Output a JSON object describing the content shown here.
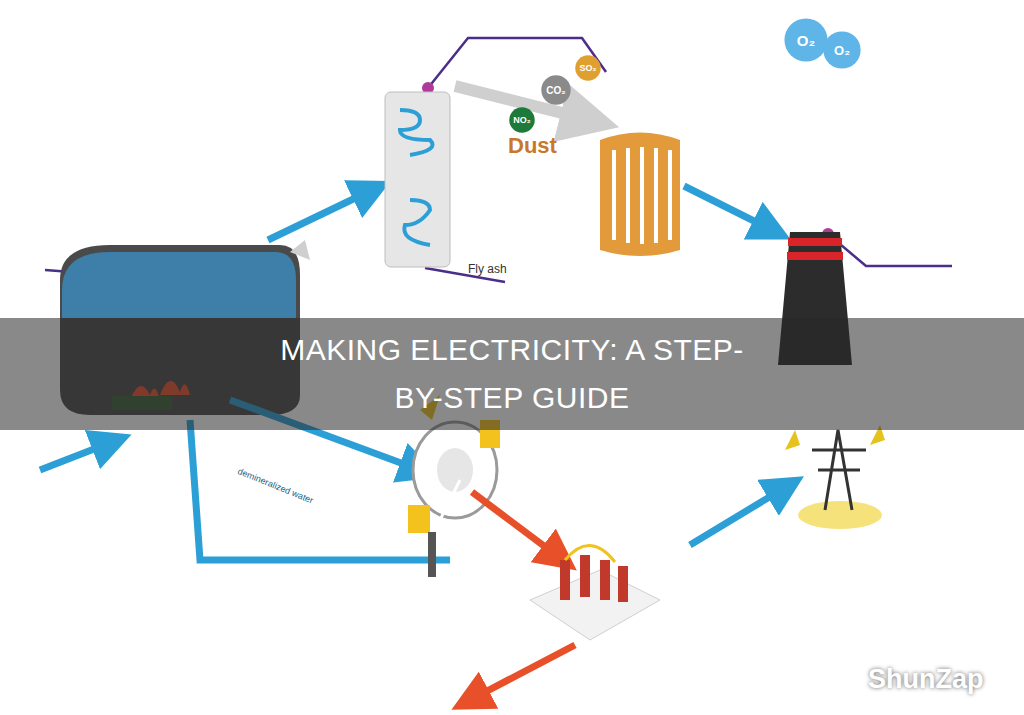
{
  "diagram": {
    "title": "MAKING ELECTRICITY: A STEP-BY-STEP GUIDE",
    "nodes": [
      {
        "text": [
          "CO₂"
        ]
      },
      {
        "text": [
          "SO₂"
        ]
      },
      {
        "text": [
          "NO₂"
        ]
      },
      {
        "text": [
          "O₂"
        ]
      },
      {
        "text": [
          "O₂"
        ]
      }
    ],
    "labels": [
      "Dust",
      "Fly ash",
      "demineralized water",
      "ShunZap"
    ]
  }
}
